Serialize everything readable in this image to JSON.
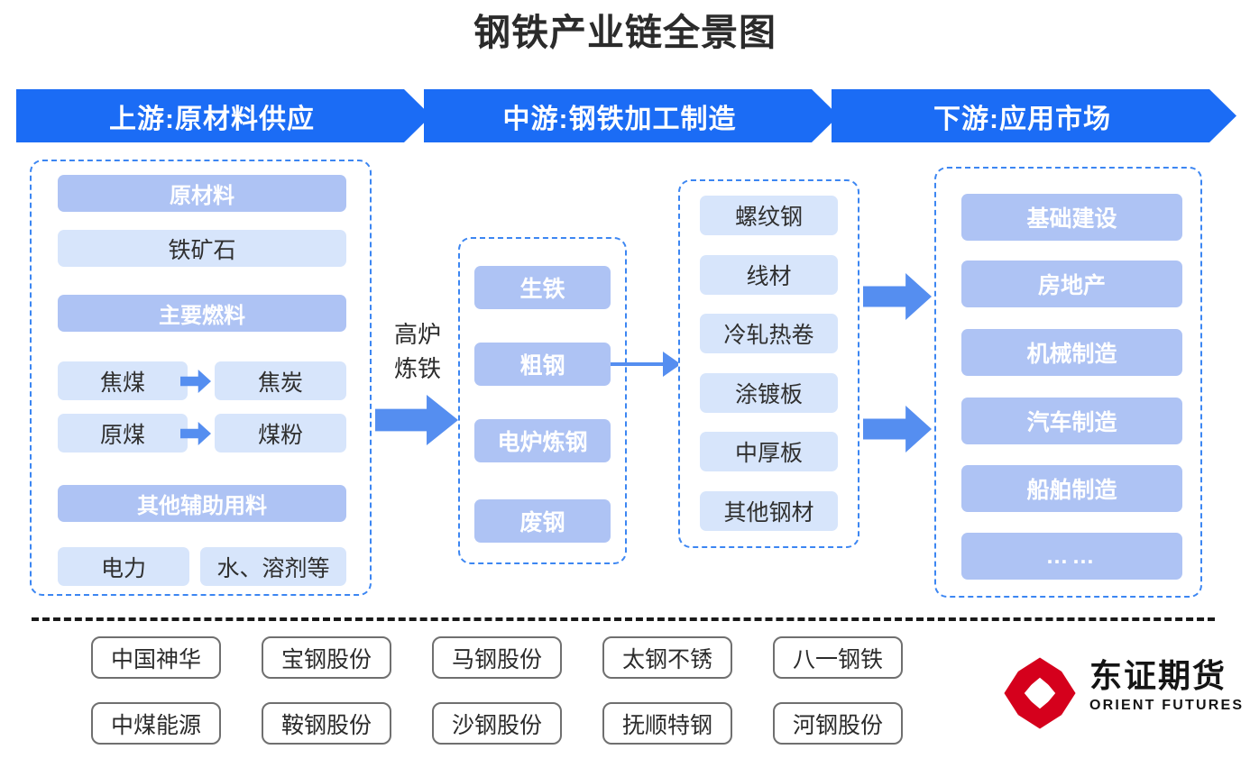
{
  "title": "钢铁产业链全景图",
  "banners": {
    "upstream": "上游:原材料供应",
    "midstream": "中游:钢铁加工制造",
    "downstream": "下游:应用市场"
  },
  "upstream": {
    "raw_material_header": "原材料",
    "iron_ore": "铁矿石",
    "main_fuel_header": "主要燃料",
    "coking_coal": "焦煤",
    "coke": "焦炭",
    "raw_coal": "原煤",
    "pulverized_coal": "煤粉",
    "other_aux_header": "其他辅助用料",
    "electricity": "电力",
    "water_solvent": "水、溶剂等"
  },
  "process": {
    "blast_furnace_label": "高炉\n炼铁"
  },
  "midstream": {
    "steel_making": [
      "生铁",
      "粗钢",
      "电炉炼钢",
      "废钢"
    ],
    "products": [
      "螺纹钢",
      "线材",
      "冷轧热卷",
      "涂镀板",
      "中厚板",
      "其他钢材"
    ]
  },
  "downstream": {
    "applications": [
      "基础建设",
      "房地产",
      "机械制造",
      "汽车制造",
      "船舶制造",
      "……"
    ]
  },
  "companies": [
    "中国神华",
    "宝钢股份",
    "马钢股份",
    "太钢不锈",
    "八一钢铁",
    "中煤能源",
    "鞍钢股份",
    "沙钢股份",
    "抚顺特钢",
    "河钢股份"
  ],
  "logo": {
    "name_cn": "东证期货",
    "name_en": "ORIENT FUTURES",
    "mark_color": "#d5001c"
  },
  "colors": {
    "banner_blue": "#1b6cf5",
    "chip_header_blue": "#aec3f4",
    "chip_light_blue": "#d7e5fb",
    "arrow_blue": "#558ef0",
    "dashed_border_blue": "#3c86f2",
    "separator_black": "#1a1a1a",
    "logo_red": "#d5001c"
  }
}
